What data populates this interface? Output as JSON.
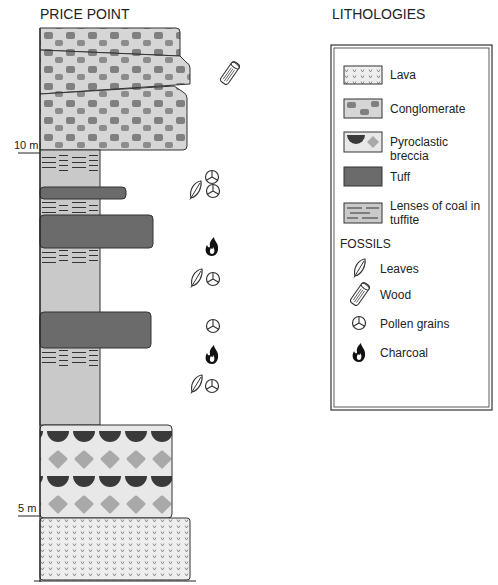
{
  "diagram": {
    "title": "PRICE POINT",
    "labels": [
      "LITHOLOGIES",
      "10 m",
      "5 m",
      "FOSSILS"
    ],
    "legend": [
      {
        "text": "Lava"
      },
      {
        "text": "Conglomerate"
      },
      {
        "text": "Pyroclastic breccia"
      },
      {
        "text": "Tuff",
        "color": "#6b6b6b"
      },
      {
        "text": "Lenses of coal in tuffite"
      },
      {
        "text": "Leaves"
      },
      {
        "text": "Wood"
      },
      {
        "text": "Pollen grains"
      },
      {
        "text": "Charcoal"
      }
    ]
  }
}
